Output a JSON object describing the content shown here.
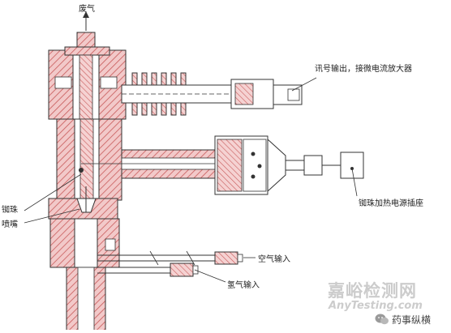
{
  "labels": {
    "exhaust": "废气",
    "signal_output": "讯号输出，接微电流放大器",
    "bead_heater": "铷珠加热电源插座",
    "bead": "铷珠",
    "nozzle": "喷嘴",
    "air_input": "空气输入",
    "hydrogen_input": "氢气输入"
  },
  "watermark": {
    "site_name": "嘉峪检测网",
    "site_url": "AnyTesting.com",
    "account": "药事纵横"
  },
  "colors": {
    "wall_fill": "#f2c9c9",
    "wall_hatch": "#c85a5a",
    "line": "#333333",
    "watermark": "#cccccc",
    "account_text": "#444444"
  }
}
